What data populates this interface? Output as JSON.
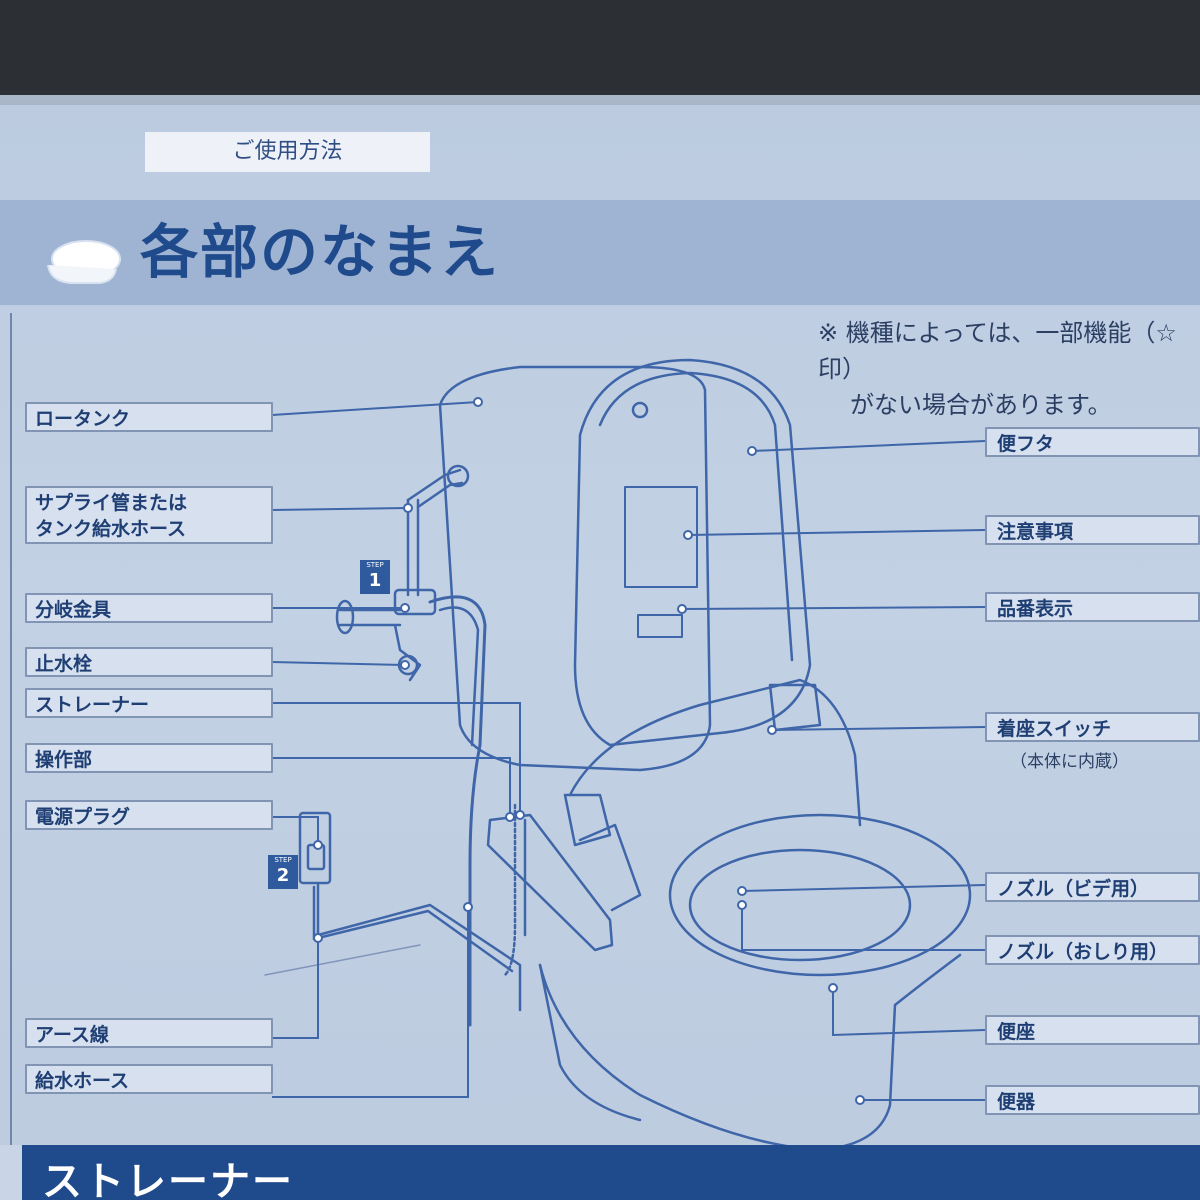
{
  "header": {
    "section": "ご使用方法",
    "title": "各部のなまえ"
  },
  "note": {
    "line1": "※ 機種によっては、一部機能（☆印）",
    "line2": "がない場合があります。"
  },
  "labels_left": [
    {
      "id": "low-tank",
      "text": "ロータンク"
    },
    {
      "id": "supply-pipe",
      "text": "サプライ管または タンク給水ホース"
    },
    {
      "id": "branch-fitting",
      "text": "分岐金具"
    },
    {
      "id": "stop-valve",
      "text": "止水栓"
    },
    {
      "id": "strainer",
      "text": "ストレーナー"
    },
    {
      "id": "control-unit",
      "text": "操作部"
    },
    {
      "id": "power-plug",
      "text": "電源プラグ"
    },
    {
      "id": "ground-wire",
      "text": "アース線"
    },
    {
      "id": "water-hose",
      "text": "給水ホース"
    }
  ],
  "labels_right": [
    {
      "id": "lid",
      "text": "便フタ"
    },
    {
      "id": "caution",
      "text": "注意事項"
    },
    {
      "id": "model-number",
      "text": "品番表示"
    },
    {
      "id": "seat-switch",
      "text": "着座スイッチ"
    },
    {
      "id": "nozzle-bidet",
      "text": "ノズル（ビデ用）"
    },
    {
      "id": "nozzle-rear",
      "text": "ノズル（おしり用）"
    },
    {
      "id": "seat",
      "text": "便座"
    },
    {
      "id": "bowl",
      "text": "便器"
    }
  ],
  "seat_switch_note": "（本体に内蔵）",
  "steps": [
    {
      "keyword": "STEP",
      "number": "1"
    },
    {
      "keyword": "STEP",
      "number": "2"
    }
  ],
  "bottom_heading": "ストレーナー",
  "colors": {
    "accent": "#1f4a8c",
    "line": "#3f66a8",
    "page": "#c3d1e4"
  }
}
